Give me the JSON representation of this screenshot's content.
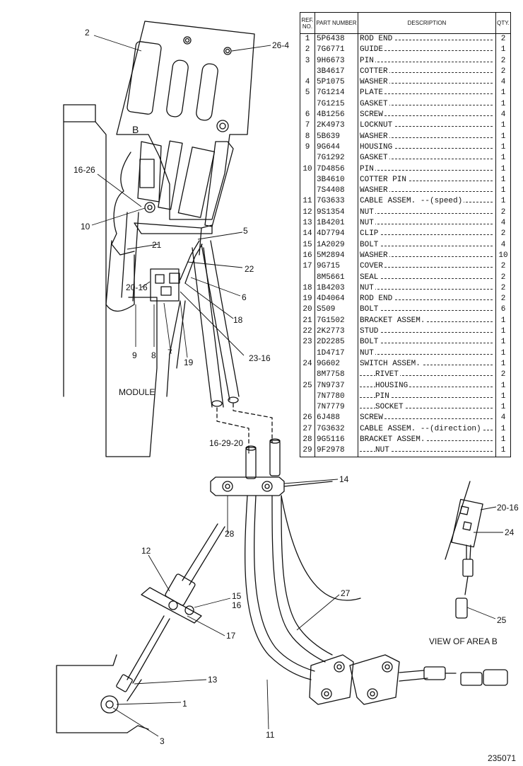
{
  "table": {
    "headers": {
      "ref": "REF. NO.",
      "part": "PART NUMBER",
      "desc": "DESCRIPTION",
      "qty": "QTY."
    },
    "rows": [
      {
        "ref": "1",
        "part": "5P6438",
        "desc": "ROD END",
        "qty": "2"
      },
      {
        "ref": "2",
        "part": "7G6771",
        "desc": "GUIDE",
        "qty": "1"
      },
      {
        "ref": "3",
        "part": "9H6673",
        "desc": "PIN",
        "qty": "2"
      },
      {
        "ref": "",
        "part": "3B4617",
        "desc": "COTTER",
        "qty": "2"
      },
      {
        "ref": "4",
        "part": "5P1075",
        "desc": "WASHER",
        "qty": "4"
      },
      {
        "ref": "5",
        "part": "7G1214",
        "desc": "PLATE",
        "qty": "1"
      },
      {
        "ref": "",
        "part": "7G1215",
        "desc": "GASKET",
        "qty": "1"
      },
      {
        "ref": "6",
        "part": "4B1256",
        "desc": "SCREW",
        "qty": "4"
      },
      {
        "ref": "7",
        "part": "2K4973",
        "desc": "LOCKNUT",
        "qty": "1"
      },
      {
        "ref": "8",
        "part": "5B639",
        "desc": "WASHER",
        "qty": "1"
      },
      {
        "ref": "9",
        "part": "9G644",
        "desc": "HOUSING",
        "qty": "1"
      },
      {
        "ref": "",
        "part": "7G1292",
        "desc": "GASKET",
        "qty": "1"
      },
      {
        "ref": "10",
        "part": "7D4856",
        "desc": "PIN",
        "qty": "1"
      },
      {
        "ref": "",
        "part": "3B4610",
        "desc": "COTTER PIN",
        "qty": "1"
      },
      {
        "ref": "",
        "part": "7S4408",
        "desc": "WASHER",
        "qty": "1"
      },
      {
        "ref": "11",
        "part": "7G3633",
        "desc": "CABLE ASSEM. --(speed)",
        "qty": "1"
      },
      {
        "ref": "12",
        "part": "9S1354",
        "desc": "NUT",
        "qty": "2"
      },
      {
        "ref": "13",
        "part": "1B4201",
        "desc": "NUT",
        "qty": "4"
      },
      {
        "ref": "14",
        "part": "4D7794",
        "desc": "CLIP",
        "qty": "2"
      },
      {
        "ref": "15",
        "part": "1A2029",
        "desc": "BOLT",
        "qty": "4"
      },
      {
        "ref": "16",
        "part": "5M2894",
        "desc": "WASHER",
        "qty": "10"
      },
      {
        "ref": "17",
        "part": "9G715",
        "desc": "COVER",
        "qty": "2"
      },
      {
        "ref": "",
        "part": "8M5661",
        "desc": "SEAL",
        "qty": "2"
      },
      {
        "ref": "18",
        "part": "1B4203",
        "desc": "NUT",
        "qty": "2"
      },
      {
        "ref": "19",
        "part": "4D4064",
        "desc": "ROD END",
        "qty": "2"
      },
      {
        "ref": "20",
        "part": "S509",
        "desc": "BOLT",
        "qty": "6"
      },
      {
        "ref": "21",
        "part": "7G1502",
        "desc": "BRACKET ASSEM.",
        "qty": "1"
      },
      {
        "ref": "22",
        "part": "2K2773",
        "desc": "STUD",
        "qty": "1"
      },
      {
        "ref": "23",
        "part": "2D2285",
        "desc": "BOLT",
        "qty": "1"
      },
      {
        "ref": "",
        "part": "1D4717",
        "desc": "NUT",
        "qty": "1"
      },
      {
        "ref": "24",
        "part": "9G602",
        "desc": "SWITCH ASSEM.",
        "qty": "1"
      },
      {
        "ref": "",
        "part": "8M7758",
        "desc": "RIVET",
        "qty": "2",
        "indent": true
      },
      {
        "ref": "25",
        "part": "7N9737",
        "desc": "HOUSING",
        "qty": "1",
        "indent": true
      },
      {
        "ref": "",
        "part": "7N7780",
        "desc": "PIN",
        "qty": "1",
        "indent": true
      },
      {
        "ref": "",
        "part": "7N7779",
        "desc": "SOCKET",
        "qty": "1",
        "indent": true
      },
      {
        "ref": "26",
        "part": "6J488",
        "desc": "SCREW",
        "qty": "4"
      },
      {
        "ref": "27",
        "part": "7G3632",
        "desc": "CABLE ASSEM. --(direction)",
        "qty": "1"
      },
      {
        "ref": "28",
        "part": "9G5116",
        "desc": "BRACKET ASSEM.",
        "qty": "1"
      },
      {
        "ref": "29",
        "part": "9F2978",
        "desc": "NUT",
        "qty": "1",
        "indent": true
      }
    ]
  },
  "labels": {
    "module": "MODULE",
    "area_b": "B",
    "view_of_area_b": "VIEW OF AREA B",
    "diagram_number": "235071"
  },
  "callouts": [
    "2",
    "26-4",
    "16-26",
    "10",
    "5",
    "21",
    "22",
    "20-16",
    "6",
    "18",
    "23-16",
    "9",
    "8",
    "7",
    "19",
    "16-29-20",
    "14",
    "28",
    "12",
    "15",
    "16",
    "17",
    "27",
    "13",
    "1",
    "3",
    "11",
    "20-16",
    "24",
    "25"
  ]
}
